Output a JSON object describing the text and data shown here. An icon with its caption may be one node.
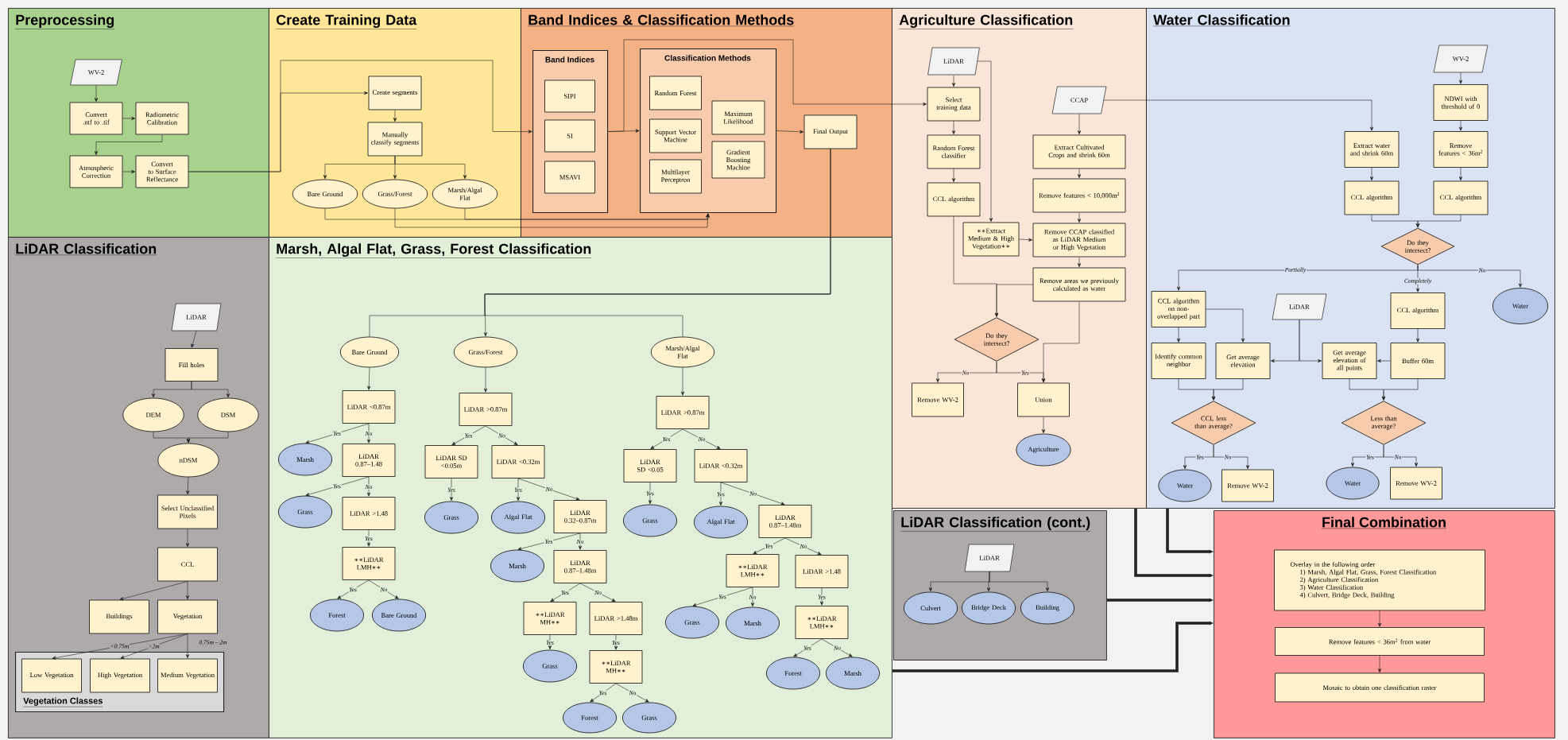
{
  "diagram": {
    "nodes": [
      {
        "text": [
          "Preprocessing"
        ]
      },
      {
        "text": [
          "WV-2"
        ],
        "in": 0
      },
      {
        "text": [
          "Convert .ntf to .tif"
        ],
        "in": 0
      },
      {
        "text": [
          "Radiometric Calibration"
        ],
        "in": 0
      },
      {
        "text": [
          "Atmospheric Correction"
        ],
        "in": 0
      },
      {
        "text": [
          "Convert to Surface Reflectance"
        ],
        "in": 0
      },
      {
        "text": [
          "Create Training Data"
        ]
      },
      {
        "text": [
          "Create segments"
        ],
        "in": 6
      },
      {
        "text": [
          "Manually classify segments"
        ],
        "in": 6
      },
      {
        "text": [
          "Bare Ground"
        ],
        "in": 6
      },
      {
        "text": [
          "Grass/Forest"
        ],
        "in": 6
      },
      {
        "text": [
          "Marsh/Algal Flat"
        ],
        "in": 6
      },
      {
        "text": [
          "Band Indices & Classification Methods"
        ]
      },
      {
        "text": [
          "Band Indices"
        ],
        "in": 12
      },
      {
        "text": [
          "SIPI"
        ],
        "in": 13
      },
      {
        "text": [
          "SI"
        ],
        "in": 13
      },
      {
        "text": [
          "MSAVI"
        ],
        "in": 13
      },
      {
        "text": [
          "Classification Methods"
        ],
        "in": 12
      },
      {
        "text": [
          "Random Forest"
        ],
        "in": 17
      },
      {
        "text": [
          "Support Vector Machine"
        ],
        "in": 17
      },
      {
        "text": [
          "Multilayer Perceptron"
        ],
        "in": 17
      },
      {
        "text": [
          "Maximum Likelihood"
        ],
        "in": 17
      },
      {
        "text": [
          "Gradient Boosting Machine"
        ],
        "in": 17
      },
      {
        "text": [
          "Final Output"
        ],
        "in": 12
      },
      {
        "text": [
          "Agriculture Classification"
        ]
      },
      {
        "text": [
          "LiDAR"
        ],
        "in": 24
      },
      {
        "text": [
          "Select training data"
        ],
        "in": 24
      },
      {
        "text": [
          "Random Forest classifier"
        ],
        "in": 24
      },
      {
        "text": [
          "CCL algorithm"
        ],
        "in": 24
      },
      {
        "text": [
          "∗∗Extract Medium & High Vegetation∗∗"
        ],
        "in": 24
      },
      {
        "text": [
          "CCAP"
        ],
        "in": 24
      },
      {
        "text": [
          "Extract Cultivated Crops and shrink 60m"
        ],
        "in": 24
      },
      {
        "text": [
          "Remove features < 10,000m$^{2}$"
        ],
        "in": 24
      },
      {
        "text": [
          "Remove CCAP classified as LiDAR Medium or High Vegetation"
        ],
        "in": 24
      },
      {
        "text": [
          "Remove areas we previously calculated as water"
        ],
        "in": 24
      },
      {
        "text": [
          "Do they intersect?"
        ],
        "in": 24
      },
      {
        "text": [
          "Remove WV-2"
        ],
        "in": 24
      },
      {
        "text": [
          "Union"
        ],
        "in": 24
      },
      {
        "text": [
          "Agriculture"
        ],
        "in": 24
      },
      {
        "text": [
          "Water Classification"
        ]
      },
      {
        "text": [
          "WV-2"
        ],
        "in": 39
      },
      {
        "text": [
          "NDWI with threshold of 0"
        ],
        "in": 39
      },
      {
        "text": [
          "Extract water and shrink 60m"
        ],
        "in": 39
      },
      {
        "text": [
          "Remove features < 36m$^{2}$"
        ],
        "in": 39
      },
      {
        "text": [
          "CCL algorithm"
        ],
        "in": 39
      },
      {
        "text": [
          "CCL algorithm"
        ],
        "in": 39
      },
      {
        "text": [
          "Do they intersect?"
        ],
        "in": 39
      },
      {
        "text": [
          "CCL algorithm on non-overlapped part"
        ],
        "in": 39
      },
      {
        "text": [
          "LiDAR"
        ],
        "in": 39
      },
      {
        "text": [
          "CCL algorithm"
        ],
        "in": 39
      },
      {
        "text": [
          "Water"
        ],
        "in": 39
      },
      {
        "text": [
          "Identify common neighbor"
        ],
        "in": 39
      },
      {
        "text": [
          "Get average elevation"
        ],
        "in": 39
      },
      {
        "text": [
          "Get average elevation of all points"
        ],
        "in": 39
      },
      {
        "text": [
          "Buffer 60m"
        ],
        "in": 39
      },
      {
        "text": [
          "CCL less than average?"
        ],
        "in": 39
      },
      {
        "text": [
          "Less than average?"
        ],
        "in": 39
      },
      {
        "text": [
          "Water"
        ],
        "in": 39
      },
      {
        "text": [
          "Remove WV-2"
        ],
        "in": 39
      },
      {
        "text": [
          "Water"
        ],
        "in": 39
      },
      {
        "text": [
          "Remove WV-2"
        ],
        "in": 39
      },
      {
        "text": [
          "LiDAR Classification"
        ]
      },
      {
        "text": [
          "LiDAR"
        ],
        "in": 61
      },
      {
        "text": [
          "Fill holes"
        ],
        "in": 61
      },
      {
        "text": [
          "DEM"
        ],
        "in": 61
      },
      {
        "text": [
          "DSM"
        ],
        "in": 61
      },
      {
        "text": [
          "nDSM"
        ],
        "in": 61
      },
      {
        "text": [
          "Select Unclassified Pixels"
        ],
        "in": 61
      },
      {
        "text": [
          "CCL"
        ],
        "in": 61
      },
      {
        "text": [
          "Buildings"
        ],
        "in": 61
      },
      {
        "text": [
          "Vegetation"
        ],
        "in": 61
      },
      {
        "text": [
          "Vegetation Classes"
        ],
        "in": 61
      },
      {
        "text": [
          "Low Vegetation"
        ],
        "in": 71
      },
      {
        "text": [
          "High Vegetation"
        ],
        "in": 71
      },
      {
        "text": [
          "Medium Vegetation"
        ],
        "in": 71
      },
      {
        "text": [
          "Marsh, Algal Flat, Grass, Forest Classification"
        ]
      },
      {
        "text": [
          "Bare Ground"
        ],
        "in": 75
      },
      {
        "text": [
          "Grass/Forest"
        ],
        "in": 75
      },
      {
        "text": [
          "Marsh/Algal Flat"
        ],
        "in": 75
      },
      {
        "text": [
          "LiDAR <0.87m"
        ],
        "in": 75
      },
      {
        "text": [
          "Marsh"
        ],
        "in": 75
      },
      {
        "text": [
          "LiDAR 0.87–1.48"
        ],
        "in": 75
      },
      {
        "text": [
          "Grass"
        ],
        "in": 75
      },
      {
        "text": [
          "LiDAR >1.48"
        ],
        "in": 75
      },
      {
        "text": [
          "∗∗LiDAR LMH∗∗"
        ],
        "in": 75
      },
      {
        "text": [
          "Forest"
        ],
        "in": 75
      },
      {
        "text": [
          "Bare Ground"
        ],
        "in": 75
      },
      {
        "text": [
          "LiDAR >0.87m"
        ],
        "in": 75
      },
      {
        "text": [
          "LiDAR SD <0.05m"
        ],
        "in": 75
      },
      {
        "text": [
          "LiDAR <0.32m"
        ],
        "in": 75
      },
      {
        "text": [
          "Grass"
        ],
        "in": 75
      },
      {
        "text": [
          "Algal Flat"
        ],
        "in": 75
      },
      {
        "text": [
          "LiDAR 0.32–0.87m"
        ],
        "in": 75
      },
      {
        "text": [
          "Marsh"
        ],
        "in": 75
      },
      {
        "text": [
          "LiDAR 0.87–1.48m"
        ],
        "in": 75
      },
      {
        "text": [
          "∗∗LiDAR MH∗∗"
        ],
        "in": 75
      },
      {
        "text": [
          "LiDAR >1.48m"
        ],
        "in": 75
      },
      {
        "text": [
          "Grass"
        ],
        "in": 75
      },
      {
        "text": [
          "∗∗LiDAR MH∗∗"
        ],
        "in": 75
      },
      {
        "text": [
          "Forest"
        ],
        "in": 75
      },
      {
        "text": [
          "Grass"
        ],
        "in": 75
      },
      {
        "text": [
          "LiDAR >0.87m"
        ],
        "in": 75
      },
      {
        "text": [
          "LiDAR SD <0.05"
        ],
        "in": 75
      },
      {
        "text": [
          "LiDAR <0.32m"
        ],
        "in": 75
      },
      {
        "text": [
          "Grass"
        ],
        "in": 75
      },
      {
        "text": [
          "Algal Flat"
        ],
        "in": 75
      },
      {
        "text": [
          "LiDAR 0.87–1.48m"
        ],
        "in": 75
      },
      {
        "text": [
          "∗∗LiDAR LMH∗∗"
        ],
        "in": 75
      },
      {
        "text": [
          "LiDAR >1.48"
        ],
        "in": 75
      },
      {
        "text": [
          "Grass"
        ],
        "in": 75
      },
      {
        "text": [
          "Marsh"
        ],
        "in": 75
      },
      {
        "text": [
          "∗∗LiDAR LMH∗∗"
        ],
        "in": 75
      },
      {
        "text": [
          "Forest"
        ],
        "in": 75
      },
      {
        "text": [
          "Marsh"
        ],
        "in": 75
      },
      {
        "text": [
          "LiDAR Classification (cont.)"
        ]
      },
      {
        "text": [
          "LiDAR"
        ],
        "in": 114
      },
      {
        "text": [
          "Culvert"
        ],
        "in": 114
      },
      {
        "text": [
          "Bridge Deck"
        ],
        "in": 114
      },
      {
        "text": [
          "Building"
        ],
        "in": 114
      },
      {
        "text": [
          "Final Combination"
        ]
      },
      {
        "text": [
          "Overlay in the following order",
          "1) Marsh, Algal Flat, Grass, Forest Classification",
          "2) Agriculture Classification",
          "3) Water Classification",
          "4) Culvert, Bridge Deck, Building"
        ],
        "in": 119
      },
      {
        "text": [
          "Remove features < 36m$^{2}$ from water"
        ],
        "in": 119
      },
      {
        "text": [
          "Mosaic to obtain one classification raster"
        ],
        "in": 119
      }
    ],
    "edges": [
      {
        "from": 1,
        "to": 2,
        "arrow": "to"
      },
      {
        "from": 2,
        "to": 3,
        "arrow": "to"
      },
      {
        "from": 3,
        "to": 4,
        "arrow": "to"
      },
      {
        "from": 4,
        "to": 5,
        "arrow": "to"
      },
      {
        "from": 5,
        "to": 7,
        "arrow": "to"
      },
      {
        "from": 5,
        "to": 13,
        "arrow": "to"
      },
      {
        "from": 7,
        "to": 8,
        "arrow": "to"
      },
      {
        "from": 8,
        "to": 9,
        "arrow": "to"
      },
      {
        "from": 8,
        "to": 10,
        "arrow": "to"
      },
      {
        "from": 8,
        "to": 11,
        "arrow": "to"
      },
      {
        "from": 9,
        "to": 17,
        "arrow": "to"
      },
      {
        "from": 11,
        "to": 17,
        "arrow": "to"
      },
      {
        "from": 10,
        "to": 17,
        "arrow": "to"
      },
      {
        "from": 13,
        "to": 17,
        "arrow": "to"
      },
      {
        "from": 13,
        "to": 26,
        "arrow": "to"
      },
      {
        "from": 17,
        "to": 23,
        "arrow": "to"
      },
      {
        "from": 23,
        "to": 77,
        "arrow": "to"
      },
      {
        "from": 23,
        "to": 76,
        "arrow": "none"
      },
      {
        "from": 23,
        "to": 78,
        "arrow": "none"
      },
      {
        "from": 25,
        "to": 26,
        "arrow": "to"
      },
      {
        "from": 26,
        "to": 27,
        "arrow": "to"
      },
      {
        "from": 27,
        "to": 28,
        "arrow": "to"
      },
      {
        "from": 25,
        "to": 29,
        "arrow": "to"
      },
      {
        "from": 29,
        "to": 33,
        "arrow": "to"
      },
      {
        "from": 30,
        "to": 31,
        "arrow": "to"
      },
      {
        "from": 31,
        "to": 32,
        "arrow": "to"
      },
      {
        "from": 32,
        "to": 33,
        "arrow": "to"
      },
      {
        "from": 33,
        "to": 34,
        "arrow": "to"
      },
      {
        "from": 28,
        "to": 35,
        "arrow": "to"
      },
      {
        "from": 34,
        "to": 35,
        "arrow": "to"
      },
      {
        "from": 34,
        "to": 37,
        "arrow": "to"
      },
      {
        "from": 35,
        "to": 36,
        "label": "No",
        "arrow": "to"
      },
      {
        "from": 35,
        "to": 37,
        "label": "Yes",
        "arrow": "to"
      },
      {
        "from": 37,
        "to": 38,
        "arrow": "to"
      },
      {
        "from": 30,
        "to": 42,
        "arrow": "to"
      },
      {
        "from": 40,
        "to": 41,
        "arrow": "to"
      },
      {
        "from": 41,
        "to": 43,
        "arrow": "to"
      },
      {
        "from": 43,
        "to": 45,
        "arrow": "to"
      },
      {
        "from": 42,
        "to": 44,
        "arrow": "to"
      },
      {
        "from": 44,
        "to": 46,
        "arrow": "to"
      },
      {
        "from": 45,
        "to": 46,
        "arrow": "to"
      },
      {
        "from": 46,
        "to": 47,
        "label": "Partially",
        "arrow": "to"
      },
      {
        "from": 46,
        "to": 49,
        "label": "Completely",
        "arrow": "to"
      },
      {
        "from": 46,
        "to": 50,
        "label": "No",
        "arrow": "to"
      },
      {
        "from": 47,
        "to": 51,
        "arrow": "to"
      },
      {
        "from": 47,
        "to": 52,
        "arrow": "to"
      },
      {
        "from": 48,
        "to": 52,
        "arrow": "to"
      },
      {
        "from": 48,
        "to": 53,
        "arrow": "to"
      },
      {
        "from": 54,
        "to": 53,
        "arrow": "to"
      },
      {
        "from": 49,
        "to": 54,
        "arrow": "to"
      },
      {
        "from": 51,
        "to": 55,
        "arrow": "to"
      },
      {
        "from": 52,
        "to": 55,
        "arrow": "to"
      },
      {
        "from": 53,
        "to": 56,
        "arrow": "to"
      },
      {
        "from": 54,
        "to": 56,
        "arrow": "to"
      },
      {
        "from": 55,
        "to": 57,
        "label": "Yes",
        "arrow": "to"
      },
      {
        "from": 55,
        "to": 58,
        "label": "No",
        "arrow": "to"
      },
      {
        "from": 56,
        "to": 59,
        "label": "Yes",
        "arrow": "to"
      },
      {
        "from": 56,
        "to": 60,
        "label": "No",
        "arrow": "to"
      },
      {
        "from": 62,
        "to": 63,
        "arrow": "to"
      },
      {
        "from": 63,
        "to": 64,
        "arrow": "to"
      },
      {
        "from": 63,
        "to": 65,
        "arrow": "to"
      },
      {
        "from": 64,
        "to": 66,
        "arrow": "to"
      },
      {
        "from": 65,
        "to": 66,
        "arrow": "to"
      },
      {
        "from": 66,
        "to": 67,
        "arrow": "to"
      },
      {
        "from": 67,
        "to": 68,
        "arrow": "to"
      },
      {
        "from": 68,
        "to": 69,
        "arrow": "to"
      },
      {
        "from": 68,
        "to": 70,
        "arrow": "to"
      },
      {
        "from": 70,
        "to": 72,
        "label": "<0.75m",
        "arrow": "to"
      },
      {
        "from": 70,
        "to": 73,
        "label": ">2m",
        "arrow": "to"
      },
      {
        "from": 70,
        "to": 74,
        "label": "0.75m – 2m",
        "arrow": "to"
      },
      {
        "from": 76,
        "to": 79,
        "arrow": "to"
      },
      {
        "from": 77,
        "to": 87,
        "arrow": "to"
      },
      {
        "from": 78,
        "to": 101,
        "arrow": "to"
      },
      {
        "from": 79,
        "to": 80,
        "label": "Yes",
        "arrow": "to"
      },
      {
        "from": 79,
        "to": 81,
        "label": "No",
        "arrow": "to"
      },
      {
        "from": 81,
        "to": 82,
        "label": "Yes",
        "arrow": "to"
      },
      {
        "from": 81,
        "to": 83,
        "label": "No",
        "arrow": "to"
      },
      {
        "from": 83,
        "to": 84,
        "label": "Yes",
        "arrow": "to"
      },
      {
        "from": 84,
        "to": 85,
        "label": "Yes",
        "arrow": "to"
      },
      {
        "from": 84,
        "to": 86,
        "label": "No",
        "arrow": "to"
      },
      {
        "from": 87,
        "to": 88,
        "label": "Yes",
        "arrow": "to"
      },
      {
        "from": 87,
        "to": 89,
        "label": "No",
        "arrow": "to"
      },
      {
        "from": 88,
        "to": 90,
        "label": "Yes",
        "arrow": "to"
      },
      {
        "from": 89,
        "to": 91,
        "label": "Yes",
        "arrow": "to"
      },
      {
        "from": 89,
        "to": 92,
        "label": "No",
        "arrow": "to"
      },
      {
        "from": 92,
        "to": 93,
        "label": "Yes",
        "arrow": "to"
      },
      {
        "from": 92,
        "to": 94,
        "label": "No",
        "arrow": "to"
      },
      {
        "from": 94,
        "to": 95,
        "label": "Yes",
        "arrow": "to"
      },
      {
        "from": 94,
        "to": 96,
        "label": "No",
        "arrow": "to"
      },
      {
        "from": 95,
        "to": 97,
        "label": "Yes",
        "arrow": "to"
      },
      {
        "from": 96,
        "to": 98,
        "label": "Yes",
        "arrow": "to"
      },
      {
        "from": 98,
        "to": 99,
        "label": "Yes",
        "arrow": "to"
      },
      {
        "from": 98,
        "to": 100,
        "label": "No",
        "arrow": "to"
      },
      {
        "from": 101,
        "to": 102,
        "label": "Yes",
        "arrow": "to"
      },
      {
        "from": 101,
        "to": 103,
        "label": "No",
        "arrow": "to"
      },
      {
        "from": 102,
        "to": 104,
        "label": "Yes",
        "arrow": "to"
      },
      {
        "from": 103,
        "to": 105,
        "label": "Yes",
        "arrow": "to"
      },
      {
        "from": 103,
        "to": 106,
        "label": "No",
        "arrow": "to"
      },
      {
        "from": 106,
        "to": 107,
        "label": "Yes",
        "arrow": "to"
      },
      {
        "from": 106,
        "to": 108,
        "label": "No",
        "arrow": "to"
      },
      {
        "from": 107,
        "to": 109,
        "label": "Yes",
        "arrow": "to"
      },
      {
        "from": 107,
        "to": 110,
        "label": "No",
        "arrow": "to"
      },
      {
        "from": 108,
        "to": 111,
        "label": "Yes",
        "arrow": "to"
      },
      {
        "from": 111,
        "to": 112,
        "label": "Yes",
        "arrow": "to"
      },
      {
        "from": 111,
        "to": 113,
        "label": "No",
        "arrow": "to"
      },
      {
        "from": 115,
        "to": 116,
        "arrow": "to"
      },
      {
        "from": 115,
        "to": 117,
        "arrow": "to"
      },
      {
        "from": 115,
        "to": 118,
        "arrow": "to"
      },
      {
        "from": 120,
        "to": 121,
        "arrow": "to"
      },
      {
        "from": 121,
        "to": 122,
        "arrow": "to"
      },
      {
        "from": 24,
        "to": 119,
        "arrow": "to",
        "style": "thick"
      },
      {
        "from": 39,
        "to": 119,
        "arrow": "to",
        "style": "thick"
      },
      {
        "from": 114,
        "to": 119,
        "arrow": "to",
        "style": "thick"
      },
      {
        "from": 75,
        "to": 119,
        "arrow": "to",
        "style": "thick"
      }
    ]
  }
}
